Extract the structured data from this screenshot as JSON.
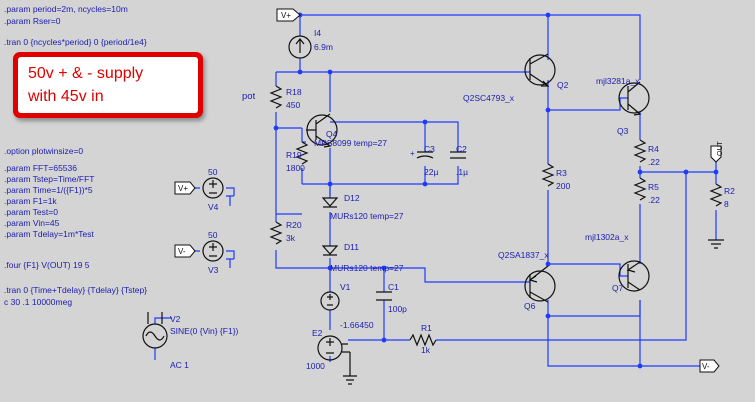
{
  "directives": {
    "param_period": ".param period=2m, ncycles=10m",
    "param_rser": ".param Rser=0",
    "tran1": ".tran 0 {ncycles*period} 0 {period/1e4}",
    "option": ".option plotwinsize=0",
    "fft": ".param FFT=65536",
    "tstep": ".param Tstep=Time/FFT",
    "time": ".param Time=1/({F1})*5",
    "f1": ".param F1=1k",
    "test": ".param Test=0",
    "vin": ".param Vin=45",
    "tdelay": ".param Tdelay=1m*Test",
    "four": ".four {F1} V(OUT) 19 5",
    "tran2": ".tran 0 {Time+Tdelay} {Tdelay} {Tstep}",
    "ac_partial": "c 30 .1 10000meg"
  },
  "callout": {
    "line1": "50v + & - supply",
    "line2": "with 45v in"
  },
  "components": {
    "i4": {
      "ref": "I4",
      "value": "6.9m"
    },
    "pot_label": "pot",
    "r18": {
      "ref": "R18",
      "value": "450"
    },
    "r19": {
      "ref": "R19",
      "value": "1800"
    },
    "r20": {
      "ref": "R20",
      "value": "3k"
    },
    "q4": {
      "ref": "Q4",
      "model": "MPS8099 temp=27"
    },
    "c3": {
      "ref": "C3",
      "value": "22µ"
    },
    "c2": {
      "ref": "C2",
      "value": ".1µ"
    },
    "d12": {
      "ref": "D12",
      "model": "MURs120 temp=27"
    },
    "d11": {
      "ref": "D11",
      "model": "MURs120 temp=27"
    },
    "v1": {
      "ref": "V1",
      "value": "-1.66450"
    },
    "c1": {
      "ref": "C1",
      "value": "100p"
    },
    "e2": {
      "ref": "E2",
      "value": "1000"
    },
    "r1": {
      "ref": "R1",
      "value": "1k"
    },
    "v2": {
      "ref": "V2",
      "value": "SINE(0 {Vin} {F1})",
      "ac": "AC 1"
    },
    "v4": {
      "ref": "V4",
      "value": "50"
    },
    "v3": {
      "ref": "V3",
      "value": "50"
    },
    "q2": {
      "ref": "Q2",
      "model": "Q2SC4793_x"
    },
    "q3": {
      "ref": "Q3",
      "model": "mjl3281a_x"
    },
    "q6": {
      "ref": "Q6",
      "model": "Q2SA1837_x"
    },
    "q7": {
      "ref": "Q7",
      "model": "mjl1302a_x"
    },
    "r3": {
      "ref": "R3",
      "value": "200"
    },
    "r4": {
      "ref": "R4",
      "value": ".22"
    },
    "r5": {
      "ref": "R5",
      "value": ".22"
    },
    "r2": {
      "ref": "R2",
      "value": "8"
    }
  },
  "net_labels": {
    "vplus": "V+",
    "vminus": "V-",
    "out": "OUT"
  },
  "colors": {
    "background": "#d4d4d4",
    "wire": "#1e3cff",
    "text": "#1c1cb0",
    "component": "#101010",
    "callout": "#e10000"
  }
}
